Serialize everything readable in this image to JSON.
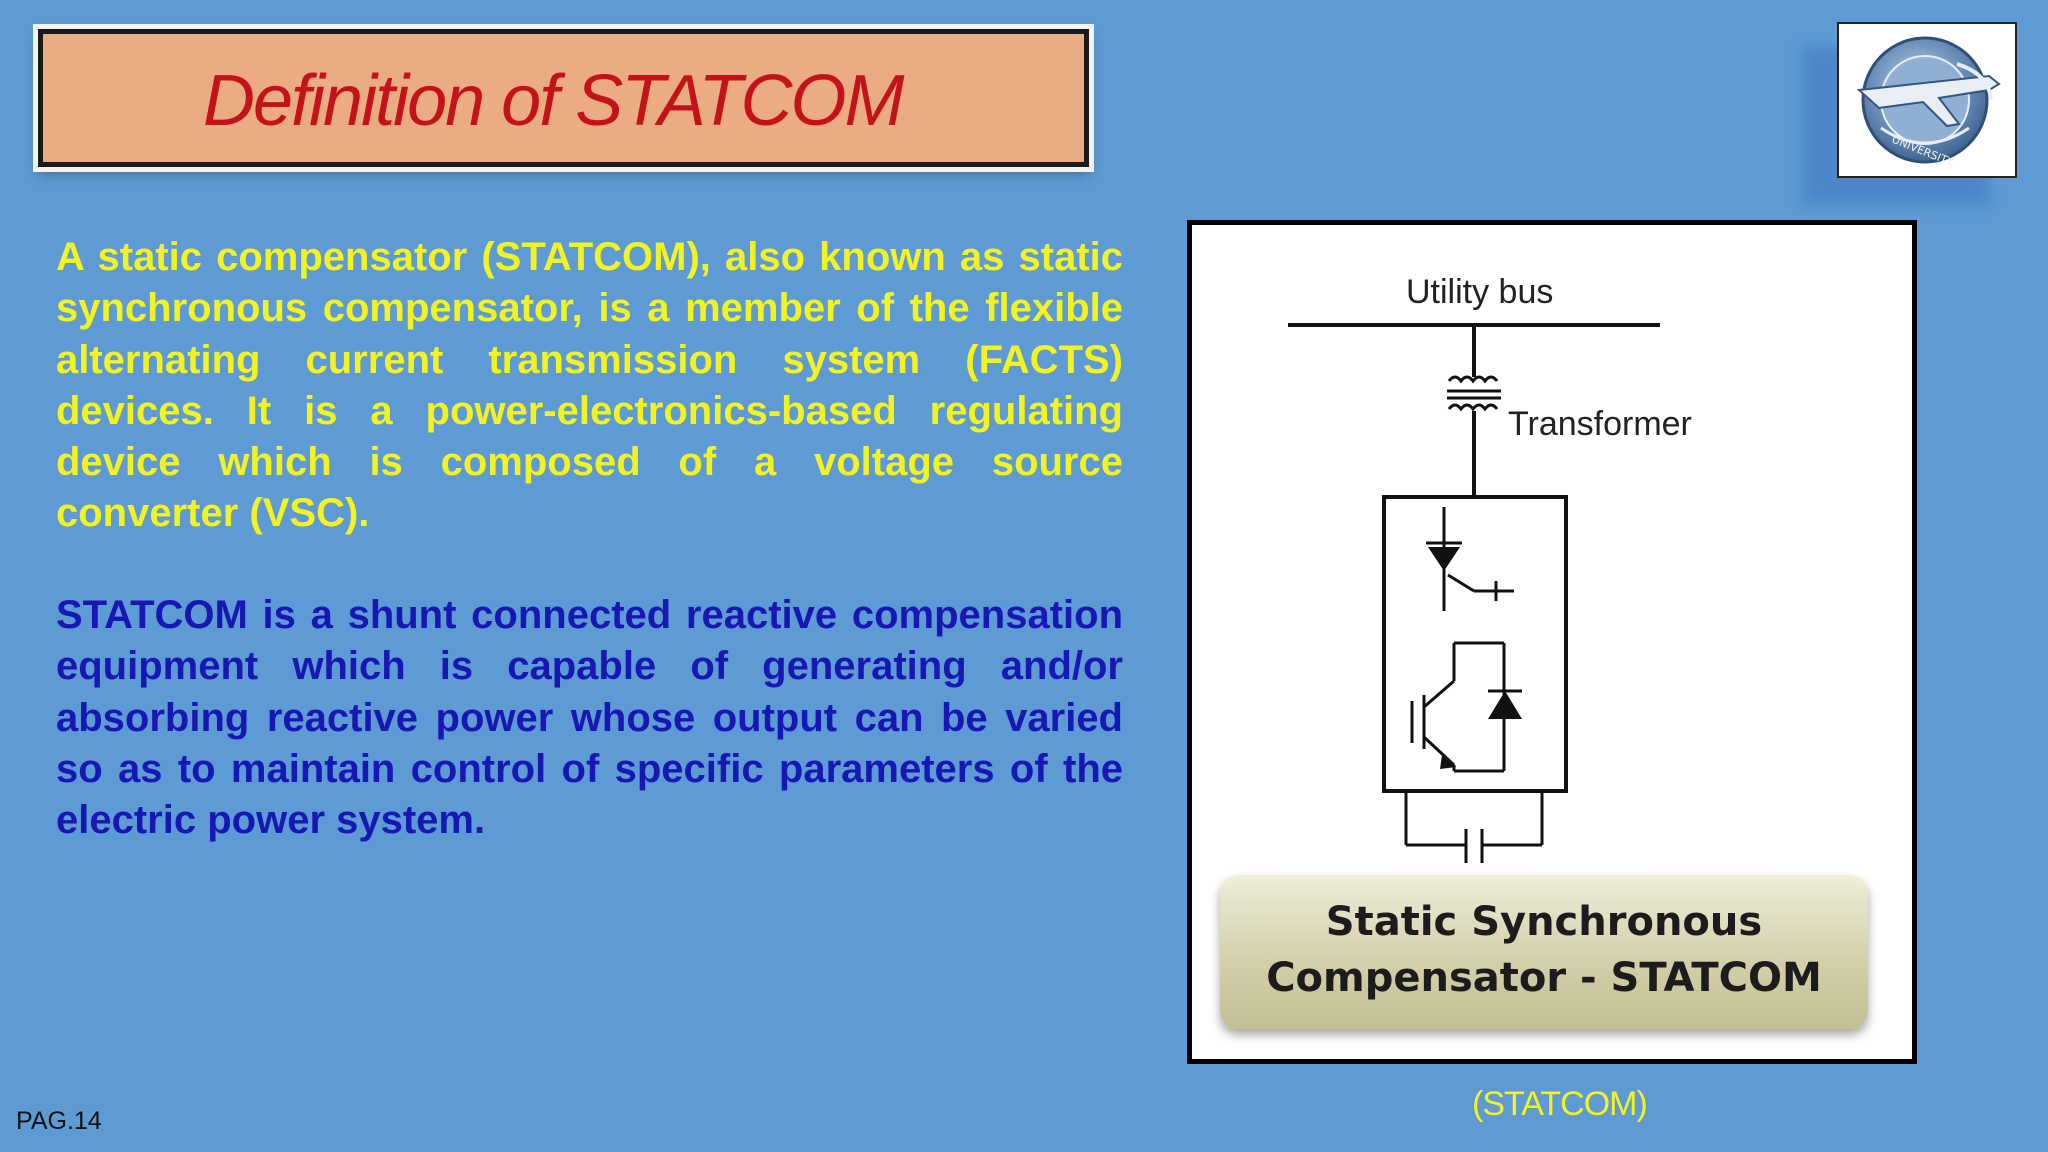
{
  "slide": {
    "title": "Definition of STATCOM",
    "paragraph1": "A static compensator (STATCOM), also known as static synchronous compensator, is a member of the flexible alternating current transmission system (FACTS) devices. It is a power-electronics-based regulating device which is composed of a voltage source converter (VSC).",
    "paragraph2": "STATCOM is a shunt connected reactive compensation equipment which is capable of generating and/or absorbing reactive power whose output can be varied so as to maintain control of specific parameters of the electric power system.",
    "page_number": "PAG.14",
    "colors": {
      "background": "#5e9bd4",
      "title_box": "#ebab83",
      "title_text": "#c4121a",
      "paragraph1": "#f3f321",
      "paragraph2": "#1717b4"
    }
  },
  "figure": {
    "utility_bus_label": "Utility bus",
    "transformer_label": "Transformer",
    "plate_line1": "Static Synchronous",
    "plate_line2": "Compensator - STATCOM",
    "caption": "(STATCOM)"
  },
  "logo": {
    "icon": "university-airplane-seal-icon",
    "text": "UNIVERSITY"
  }
}
